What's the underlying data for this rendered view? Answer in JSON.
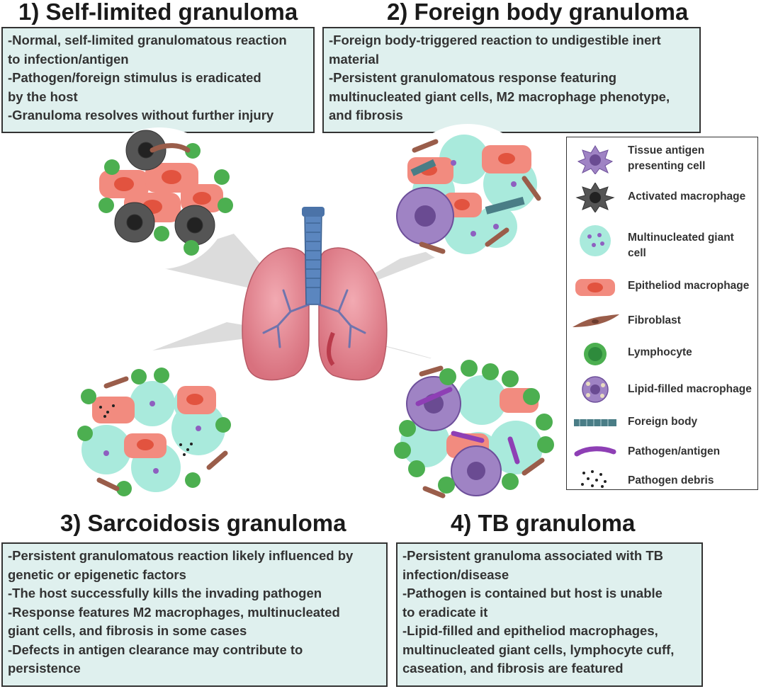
{
  "panels": [
    {
      "title": "1) Self-limited granuloma",
      "lines": [
        "-Normal, self-limited granulomatous reaction",
        "to infection/antigen",
        "-Pathogen/foreign stimulus is eradicated",
        "by the host",
        "-Granuloma resolves without further injury"
      ]
    },
    {
      "title": "2) Foreign body granuloma",
      "lines": [
        "-Foreign body-triggered reaction to undigestible inert",
        "material",
        "-Persistent granulomatous response featuring",
        "multinucleated giant cells, M2 macrophage phenotype,",
        "and fibrosis"
      ]
    },
    {
      "title": "3) Sarcoidosis granuloma",
      "lines": [
        "-Persistent granulomatous reaction likely influenced by",
        "genetic or epigenetic factors",
        "-The host successfully kills the invading pathogen",
        "-Response features M2 macrophages, multinucleated",
        "giant cells, and fibrosis in some cases",
        "-Defects in antigen clearance may contribute to",
        "persistence"
      ]
    },
    {
      "title": "4)  TB granuloma",
      "lines": [
        "-Persistent granuloma associated with TB",
        "infection/disease",
        "-Pathogen is contained but host is unable",
        "to eradicate it",
        "-Lipid-filled and epitheliod macrophages,",
        "multinucleated giant cells, lymphocyte cuff,",
        "caseation, and fibrosis are featured"
      ]
    }
  ],
  "legend": [
    {
      "icon": "tissue-antigen-presenting-cell-icon",
      "label_lines": [
        "Tissue antigen",
        "presenting cell"
      ]
    },
    {
      "icon": "activated-macrophage-icon",
      "label_lines": [
        "Activated macrophage"
      ]
    },
    {
      "icon": "multinucleated-giant-cell-icon",
      "label_lines": [
        "Multinucleated giant",
        "cell"
      ]
    },
    {
      "icon": "epitheliod-macrophage-icon",
      "label_lines": [
        "Epitheliod macrophage"
      ]
    },
    {
      "icon": "fibroblast-icon",
      "label_lines": [
        "Fibroblast"
      ]
    },
    {
      "icon": "lymphocyte-icon",
      "label_lines": [
        "Lymphocyte"
      ]
    },
    {
      "icon": "lipid-filled-macrophage-icon",
      "label_lines": [
        "Lipid-filled macrophage"
      ]
    },
    {
      "icon": "foreign-body-icon",
      "label_lines": [
        "Foreign body"
      ]
    },
    {
      "icon": "pathogen-antigen-icon",
      "label_lines": [
        "Pathogen/antigen"
      ]
    },
    {
      "icon": "pathogen-debris-icon",
      "label_lines": [
        "Pathogen debris"
      ]
    }
  ],
  "colors": {
    "box_fill": "#dff0ee",
    "lymphocyte": "#4caf50",
    "activated_macrophage": "#555555",
    "giant_cell": "#a9eadc",
    "epitheliod_macrophage": "#f28b7f",
    "fibroblast": "#9a5d4a",
    "lipid_macrophage": "#9f83c4",
    "foreign_body": "#4a7d86",
    "pathogen": "#8e3fb5",
    "lung": "#e5939c",
    "trachea": "#4b73a8"
  }
}
